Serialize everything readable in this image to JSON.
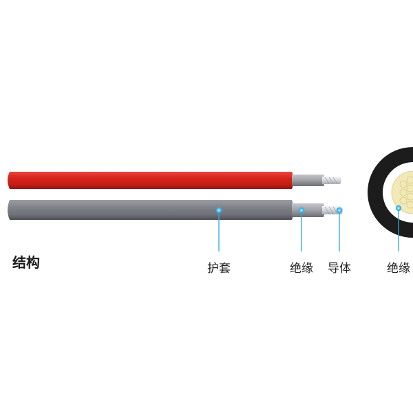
{
  "title": "结构",
  "callouts": {
    "jacket": "护套",
    "insulation": "绝缘",
    "conductor": "导体",
    "insulation_section": "绝缘"
  },
  "colors": {
    "red_jacket": "#d42a22",
    "grey_jacket": "#7d7f87",
    "insulation": "#9c9ea5",
    "conductor": "#e2e4e8",
    "pointer": "#2aa7e0",
    "cross_section_outer": "#1c1c1c"
  }
}
